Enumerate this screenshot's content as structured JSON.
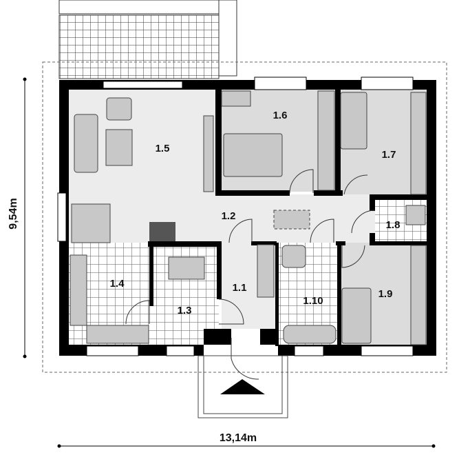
{
  "rooms": {
    "r1_1": "1.1",
    "r1_2": "1.2",
    "r1_3": "1.3",
    "r1_4": "1.4",
    "r1_5": "1.5",
    "r1_6": "1.6",
    "r1_7": "1.7",
    "r1_8": "1.8",
    "r1_9": "1.9",
    "r1_10": "1.10"
  },
  "dimensions": {
    "width": "13,14m",
    "height": "9,54m"
  }
}
